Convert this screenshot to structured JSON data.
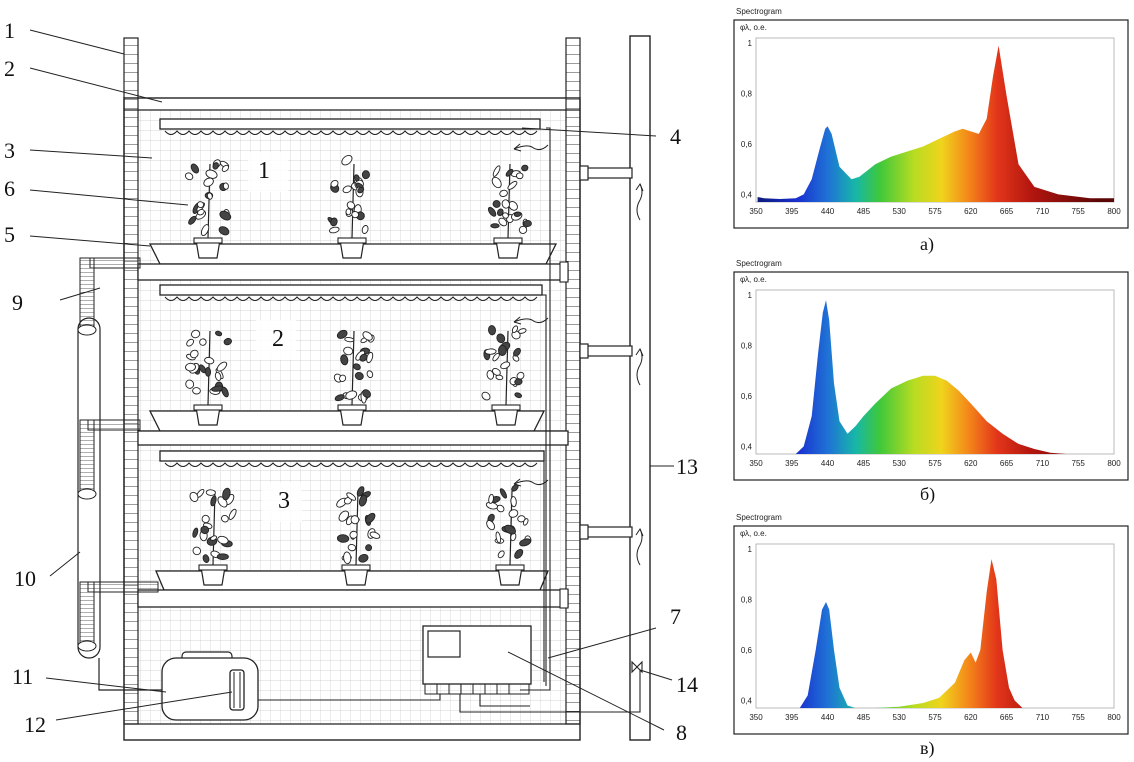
{
  "rack": {
    "callouts": [
      {
        "id": "1",
        "label": "1"
      },
      {
        "id": "2",
        "label": "2"
      },
      {
        "id": "3",
        "label": "3"
      },
      {
        "id": "4",
        "label": "4"
      },
      {
        "id": "5",
        "label": "5"
      },
      {
        "id": "6",
        "label": "6"
      },
      {
        "id": "7",
        "label": "7"
      },
      {
        "id": "8",
        "label": "8"
      },
      {
        "id": "9",
        "label": "9"
      },
      {
        "id": "10",
        "label": "10"
      },
      {
        "id": "11",
        "label": "11"
      },
      {
        "id": "12",
        "label": "12"
      },
      {
        "id": "13",
        "label": "13"
      },
      {
        "id": "14",
        "label": "14"
      }
    ],
    "shelf_numbers": [
      "1",
      "2",
      "3"
    ]
  },
  "spectra": {
    "title": "Spectrogram",
    "ylabel": "φλ, o.e.",
    "x_ticks": [
      "350",
      "395",
      "440",
      "485",
      "530",
      "575",
      "620",
      "665",
      "710",
      "755",
      "800"
    ],
    "y_ticks": [
      "0,4",
      "0,6",
      "0,8",
      "1"
    ],
    "panels": [
      {
        "caption": "а)"
      },
      {
        "caption": "б)"
      },
      {
        "caption": "в)"
      }
    ]
  },
  "chart_data": [
    {
      "type": "area",
      "title": "Spectrogram",
      "ylabel": "φλ, o.e.",
      "xlim": [
        350,
        800
      ],
      "ylim": [
        0.37,
        1.02
      ],
      "x": [
        352,
        360,
        380,
        400,
        410,
        420,
        430,
        437,
        440,
        445,
        455,
        470,
        480,
        500,
        520,
        540,
        560,
        580,
        600,
        610,
        620,
        630,
        640,
        648,
        655,
        665,
        680,
        700,
        730,
        770,
        800
      ],
      "y": [
        0.39,
        0.385,
        0.382,
        0.385,
        0.4,
        0.46,
        0.58,
        0.66,
        0.67,
        0.64,
        0.51,
        0.46,
        0.47,
        0.52,
        0.55,
        0.57,
        0.59,
        0.62,
        0.65,
        0.66,
        0.65,
        0.64,
        0.7,
        0.87,
        0.99,
        0.79,
        0.52,
        0.43,
        0.4,
        0.385,
        0.385
      ]
    },
    {
      "type": "area",
      "title": "Spectrogram",
      "ylabel": "φλ, o.e.",
      "xlim": [
        350,
        800
      ],
      "ylim": [
        0.37,
        1.02
      ],
      "x": [
        400,
        410,
        420,
        428,
        434,
        438,
        442,
        448,
        455,
        465,
        475,
        485,
        500,
        520,
        540,
        560,
        575,
        590,
        605,
        620,
        640,
        660,
        680,
        700,
        720,
        740
      ],
      "y": [
        0.37,
        0.4,
        0.52,
        0.77,
        0.93,
        0.98,
        0.9,
        0.65,
        0.5,
        0.45,
        0.48,
        0.52,
        0.57,
        0.63,
        0.66,
        0.68,
        0.68,
        0.66,
        0.62,
        0.57,
        0.5,
        0.45,
        0.41,
        0.39,
        0.375,
        0.37
      ]
    },
    {
      "type": "area",
      "title": "Spectrogram",
      "ylabel": "φλ, o.e.",
      "xlim": [
        350,
        800
      ],
      "ylim": [
        0.37,
        1.02
      ],
      "x": [
        405,
        415,
        425,
        433,
        438,
        442,
        448,
        455,
        465,
        475,
        500,
        530,
        560,
        580,
        600,
        612,
        620,
        626,
        632,
        640,
        646,
        652,
        660,
        668,
        675,
        685
      ],
      "y": [
        0.37,
        0.42,
        0.6,
        0.76,
        0.79,
        0.76,
        0.6,
        0.45,
        0.38,
        0.37,
        0.37,
        0.375,
        0.39,
        0.41,
        0.47,
        0.56,
        0.59,
        0.55,
        0.6,
        0.83,
        0.96,
        0.88,
        0.6,
        0.45,
        0.4,
        0.37
      ]
    }
  ]
}
